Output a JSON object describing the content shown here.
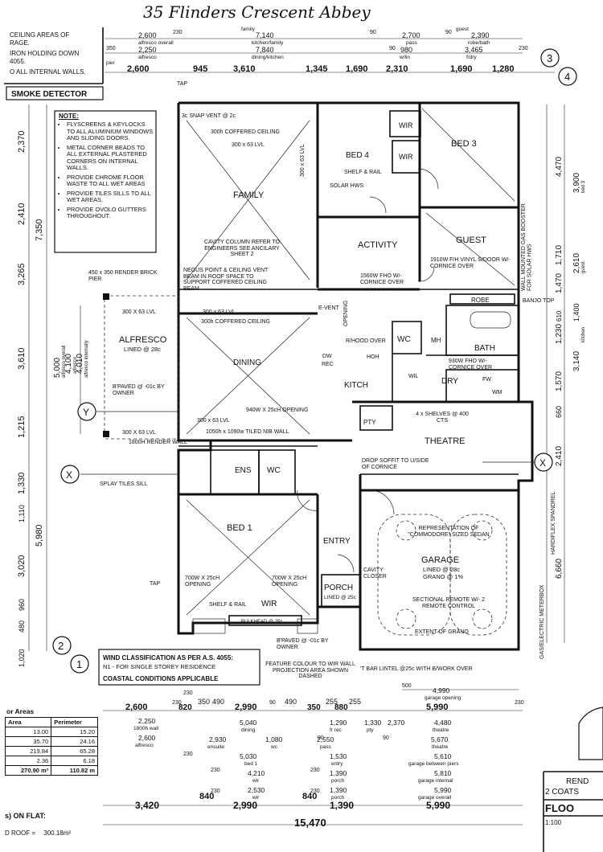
{
  "header": {
    "handwritten_title": "35 Flinders Crescent Abbey"
  },
  "top_left_notes": [
    "CEILING AREAS OF",
    "RAGE.",
    "IRON HOLDING DOWN",
    "4055.",
    "O ALL INTERNAL WALLS."
  ],
  "smoke_detector": "SMOKE DETECTOR",
  "note_box": {
    "title": "NOTE:",
    "items": [
      "FLYSCREENS & KEYLOCKS TO ALL ALUMINIUM WINDOWS AND SLIDING DOORS.",
      "METAL CORNER BEADS TO ALL EXTERNAL PLASTERED CORNERS ON INTERNAL WALLS.",
      "PROVIDE CHROME FLOOR WASTE TO ALL WET AREAS",
      "PROVIDE TILES SILLS TO ALL WET AREAS.",
      "PROVIDE OVOLO GUTTERS THROUGHOUT."
    ]
  },
  "rooms": {
    "family": "FAMILY",
    "bed4": "BED 4",
    "bed3": "BED 3",
    "wir1": "WIR",
    "wir2": "WIR",
    "activity": "ACTIVITY",
    "guest": "GUEST",
    "alfresco": "ALFRESCO",
    "alfresco_lined": "LINED @ 28c",
    "dining": "DINING",
    "kitch": "KITCH",
    "wc": "WC",
    "mh": "MH",
    "bath": "BATH",
    "dry": "DRY",
    "robe": "ROBE",
    "pty": "PTY",
    "theatre": "THEATRE",
    "ens": "ENS",
    "wc2": "WC",
    "bed1": "BED 1",
    "entry": "ENTRY",
    "porch": "PORCH",
    "porch_lined": "LINED @ 25c",
    "garage": "GARAGE",
    "garage_lined": "LINED @ 28c",
    "garage_grano": "GRANO @ 1%",
    "wir3": "WIR",
    "wil": "WIL"
  },
  "labels": {
    "snap_vent": "3c SNAP VENT @ 2c",
    "coffered_family": "300h COFFERED CEILING",
    "shelf_rail": "SHELF & RAIL",
    "solar_hws": "SOLAR HWS",
    "lvl1": "300 x 63 LVL",
    "cavity_column": "CAVITY COLUMN REFER TO ENGINEERS SEE ANCILARY SHEET 2",
    "negus": "NEGUS POINT & CEILING VENT BEAM IN ROOF SPACE TO SUPPORT COFFERED CEILING BEAM",
    "pier": "450 x 350 RENDER BRICK PIER",
    "coffered_dining": "300h COFFERED CEILING",
    "alfresco_paved": "B'PAVED @ -01c BY OWNER",
    "render_wall": "1800H RENDER WALL",
    "window_940": "940W X 25cH OPENING",
    "nib_wall": "1050h x 1090w TILED NIB WALL",
    "fho_1560": "1560W FHO W/- CORNICE OVER",
    "vinyl_door": "1910W F/H VINYL S/DOOR W/- CORNICE OVER",
    "fho_930": "930W FHO W/- CORNICE OVER",
    "shelves": "4 x SHELVES @ 400 CTS",
    "drop_soffit": "DROP SOFFIT TO U/SIDE OF CORNICE",
    "splay_tiles": "SPLAY TILES SILL",
    "bed1_window_l": "700W X 25cH OPENING",
    "bed1_window_r": "700W X 25cH OPENING",
    "bulkhead": "BULKHEAD @ 25c",
    "cavity_closer": "CAVITY CLOSER",
    "commodore": "REPRESENTATION OF \"COMMODORE\" SIZED SEDAN",
    "sectional": "SECTIONAL REMOTE W/- 2 REMOTE CONTROL",
    "extent_grano": "EXTENT OF GRANO",
    "porch_paved": "B'PAVED @ -01c BY OWNER",
    "feature_colour": "FEATURE COLOUR TO WIR WALL PROJECTION AREA SHOWN DASHED",
    "t_bar": "'T BAR LINTEL @25c WITH B/WORK OVER",
    "gas_booster": "WALL MOUNTED GAS BOOSTER FOR SOLAR HWS",
    "hardiflex": "HARDIFLEX SPANDREL",
    "meterbox": "GAS/ELECTRIC METERBOX",
    "banjo_top": "BANJO TOP",
    "tap": "TAP",
    "tap2": "TAP",
    "e_vent": "E-VENT",
    "rhood": "R/HOOD OVER",
    "dw": "DW",
    "rec": "REC",
    "wm": "WM",
    "fw": "FW",
    "hoh": "HOH",
    "rhood2": "OPENING",
    "lvl_alf1": "300 X 63 LVL",
    "lvl_alf2": "300 x 63 LVL",
    "lvl_alf3": "300 X 63 LVL",
    "lvl_dining": "300 x 63 LVL",
    "lvl_fam_v": "300 x 63 LVL"
  },
  "wind_box": {
    "line1": "WIND CLASSIFICATION AS PER A.S. 4055:",
    "line2": "N1 - FOR SINGLE STOREY RESIDENCE",
    "line3": "COASTAL CONDITIONS APPLICABLE"
  },
  "markers": {
    "m1": "1",
    "m2": "2",
    "m3": "3",
    "m4": "4",
    "x_left": "X",
    "x_right": "X",
    "y_left": "Y"
  },
  "top_dims": {
    "row1": [
      "2,600",
      "7,140",
      "2,700",
      "2,390"
    ],
    "row1_sub": [
      "alfresco overall",
      "kitchen/family",
      "pass",
      "robe/bath"
    ],
    "row2": [
      "2,250",
      "7,840",
      "980",
      "3,465"
    ],
    "row2_sub": [
      "alfresco",
      "dining/kitchen",
      "w/lin",
      "f/dry"
    ],
    "row3": [
      "2,600",
      "945",
      "3,610",
      "1,345",
      "1,690",
      "2,310",
      "1,690",
      "1,280"
    ],
    "small": [
      "230",
      "90",
      "90",
      "90",
      "230",
      "350",
      "pier",
      "family",
      "guest"
    ]
  },
  "left_dims": {
    "outer": [
      "2,370",
      "2,410",
      "3,265",
      "3,610",
      "1,215",
      "1,330",
      "1,110",
      "3,020",
      "960",
      "480",
      "1,020"
    ],
    "middle": [
      "7,350",
      "5,980"
    ],
    "inner": [
      "5,000",
      "4,100",
      "4,010"
    ],
    "inner_sub": [
      "alfresco overall",
      "alfresco",
      "alfresco internally"
    ]
  },
  "right_dims": {
    "outer": [
      "4,470",
      "1,710",
      "1,470",
      "610",
      "1,230",
      "1,570",
      "660",
      "2,410",
      "6,660"
    ],
    "inner": [
      "3,900",
      "2,610",
      "1,400",
      "3,140"
    ],
    "inner_sub": [
      "bed 3",
      "guest",
      "kitchen"
    ]
  },
  "bottom_dims": {
    "row1": [
      "2,600",
      "820",
      "350",
      "490",
      "2,990",
      "490",
      "350",
      "255",
      "255",
      "880",
      "5,990"
    ],
    "row1_sub": [
      "garage opening"
    ],
    "row1_top": [
      "4,990",
      "500"
    ],
    "row2": [
      "2,250",
      "5,040",
      "1,290",
      "1,330",
      "2,370",
      "4,480"
    ],
    "row2_sub": [
      "1800h wall",
      "dining",
      "fr rec",
      "pty",
      "theatre"
    ],
    "row3": [
      "2,600",
      "2,930",
      "1,080",
      "2,550",
      "5,670"
    ],
    "row3_sub": [
      "alfresco",
      "ensuite",
      "wc",
      "pass",
      "theatre"
    ],
    "row4": [
      "5,030",
      "1,530",
      "5,610"
    ],
    "row4_sub": [
      "bed 1",
      "entry",
      "garage between piers"
    ],
    "row5": [
      "4,210",
      "1,390",
      "5,810"
    ],
    "row5_sub": [
      "wir",
      "porch",
      "garage internal"
    ],
    "row6": [
      "2,530",
      "1,390",
      "5,990"
    ],
    "row6_sub": [
      "wir",
      "porch",
      "garage overall"
    ],
    "row7": [
      "3,420",
      "840",
      "2,990",
      "840",
      "1,390",
      "5,990"
    ],
    "total": "15,470",
    "small": [
      "230",
      "230",
      "230",
      "230",
      "230",
      "230",
      "230",
      "230",
      "90",
      "90",
      "90"
    ]
  },
  "areas_table": {
    "title": "or Areas",
    "headers": [
      "Area",
      "Perimeter"
    ],
    "rows": [
      [
        "13.00",
        "15.20"
      ],
      [
        "35.70",
        "24.16"
      ],
      [
        "219.84",
        "65.28"
      ],
      [
        "2.36",
        "6.18"
      ],
      [
        "270.90 m²",
        "110.82 m"
      ]
    ]
  },
  "roof": {
    "heading": "s) ON FLAT:",
    "line": "D ROOF =",
    "value": "300.18m²"
  },
  "title_block": {
    "rend": "REND",
    "coat": "2 COATS",
    "floor": "FLOO",
    "scale": "1:100"
  }
}
